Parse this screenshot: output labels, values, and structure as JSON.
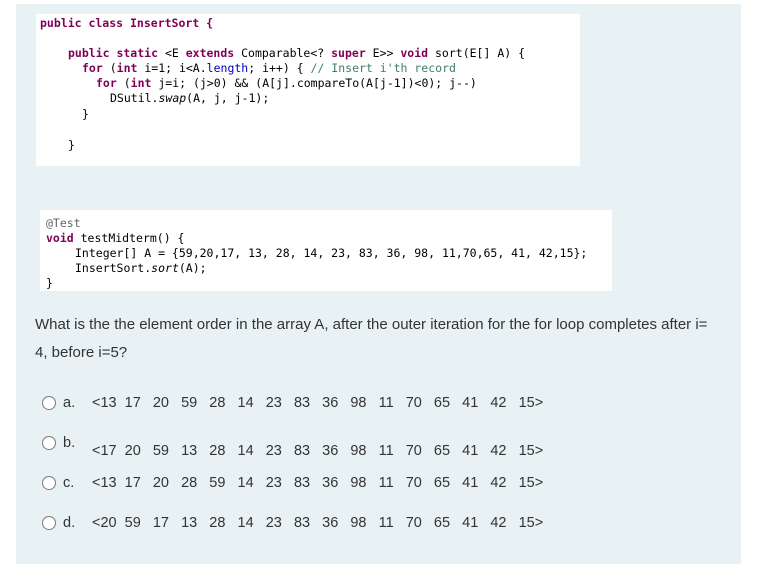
{
  "code_block_1": {
    "line1": "public class InsertSort {",
    "line2_kw": "public static",
    "line2_mid": " <E ",
    "line2_kw2": "extends",
    "line2_mid2": " Comparable<? ",
    "line2_kw3": "super",
    "line2_mid3": " E>> ",
    "line2_kw4": "void",
    "line2_rest": " sort(E[] A) {",
    "line3_kw": "for",
    "line3_mid": " (",
    "line3_kw2": "int",
    "line3_mid2": " i=1; i<A.",
    "line3_fld": "length",
    "line3_rest": "; i++) { ",
    "line3_cm": "// Insert i'th record",
    "line4_kw": "for",
    "line4_mid": " (",
    "line4_kw2": "int",
    "line4_rest": " j=i; (j>0) && (A[j].compareTo(A[j-1])<0); j--)",
    "line5_pre": "DSutil.",
    "line5_it": "swap",
    "line5_rest": "(A, j, j-1);",
    "line6": "}",
    "line7": "}"
  },
  "code_block_2": {
    "line1": "@Test",
    "line2_kw": "void",
    "line2_rest": " testMidterm() {",
    "line3": "Integer[] A = {59,20,17, 13, 28, 14, 23, 83, 36, 98, 11,70,65, 41, 42,15};",
    "line4_pre": "InsertSort.",
    "line4_it": "sort",
    "line4_rest": "(A);",
    "line5": "}"
  },
  "question": {
    "text": "What is the the element order in the array A, after the outer iteration for the for loop completes after i= 4, before i=5?"
  },
  "options": [
    {
      "label": "a.",
      "values": "<13  17   20   59   28   14   23   83   36   98   11   70   65   41   42   15>"
    },
    {
      "label": "b.",
      "values": "<17  20   59   13   28   14   23   83   36   98   11   70   65   41   42   15>"
    },
    {
      "label": "c.",
      "values": "<13  17   20   28   59   14   23   83   36   98   11   70   65   41   42   15>"
    },
    {
      "label": "d.",
      "values": "<20  59   17   13   28   14   23   83   36   98   11   70   65   41   42   15>"
    }
  ]
}
